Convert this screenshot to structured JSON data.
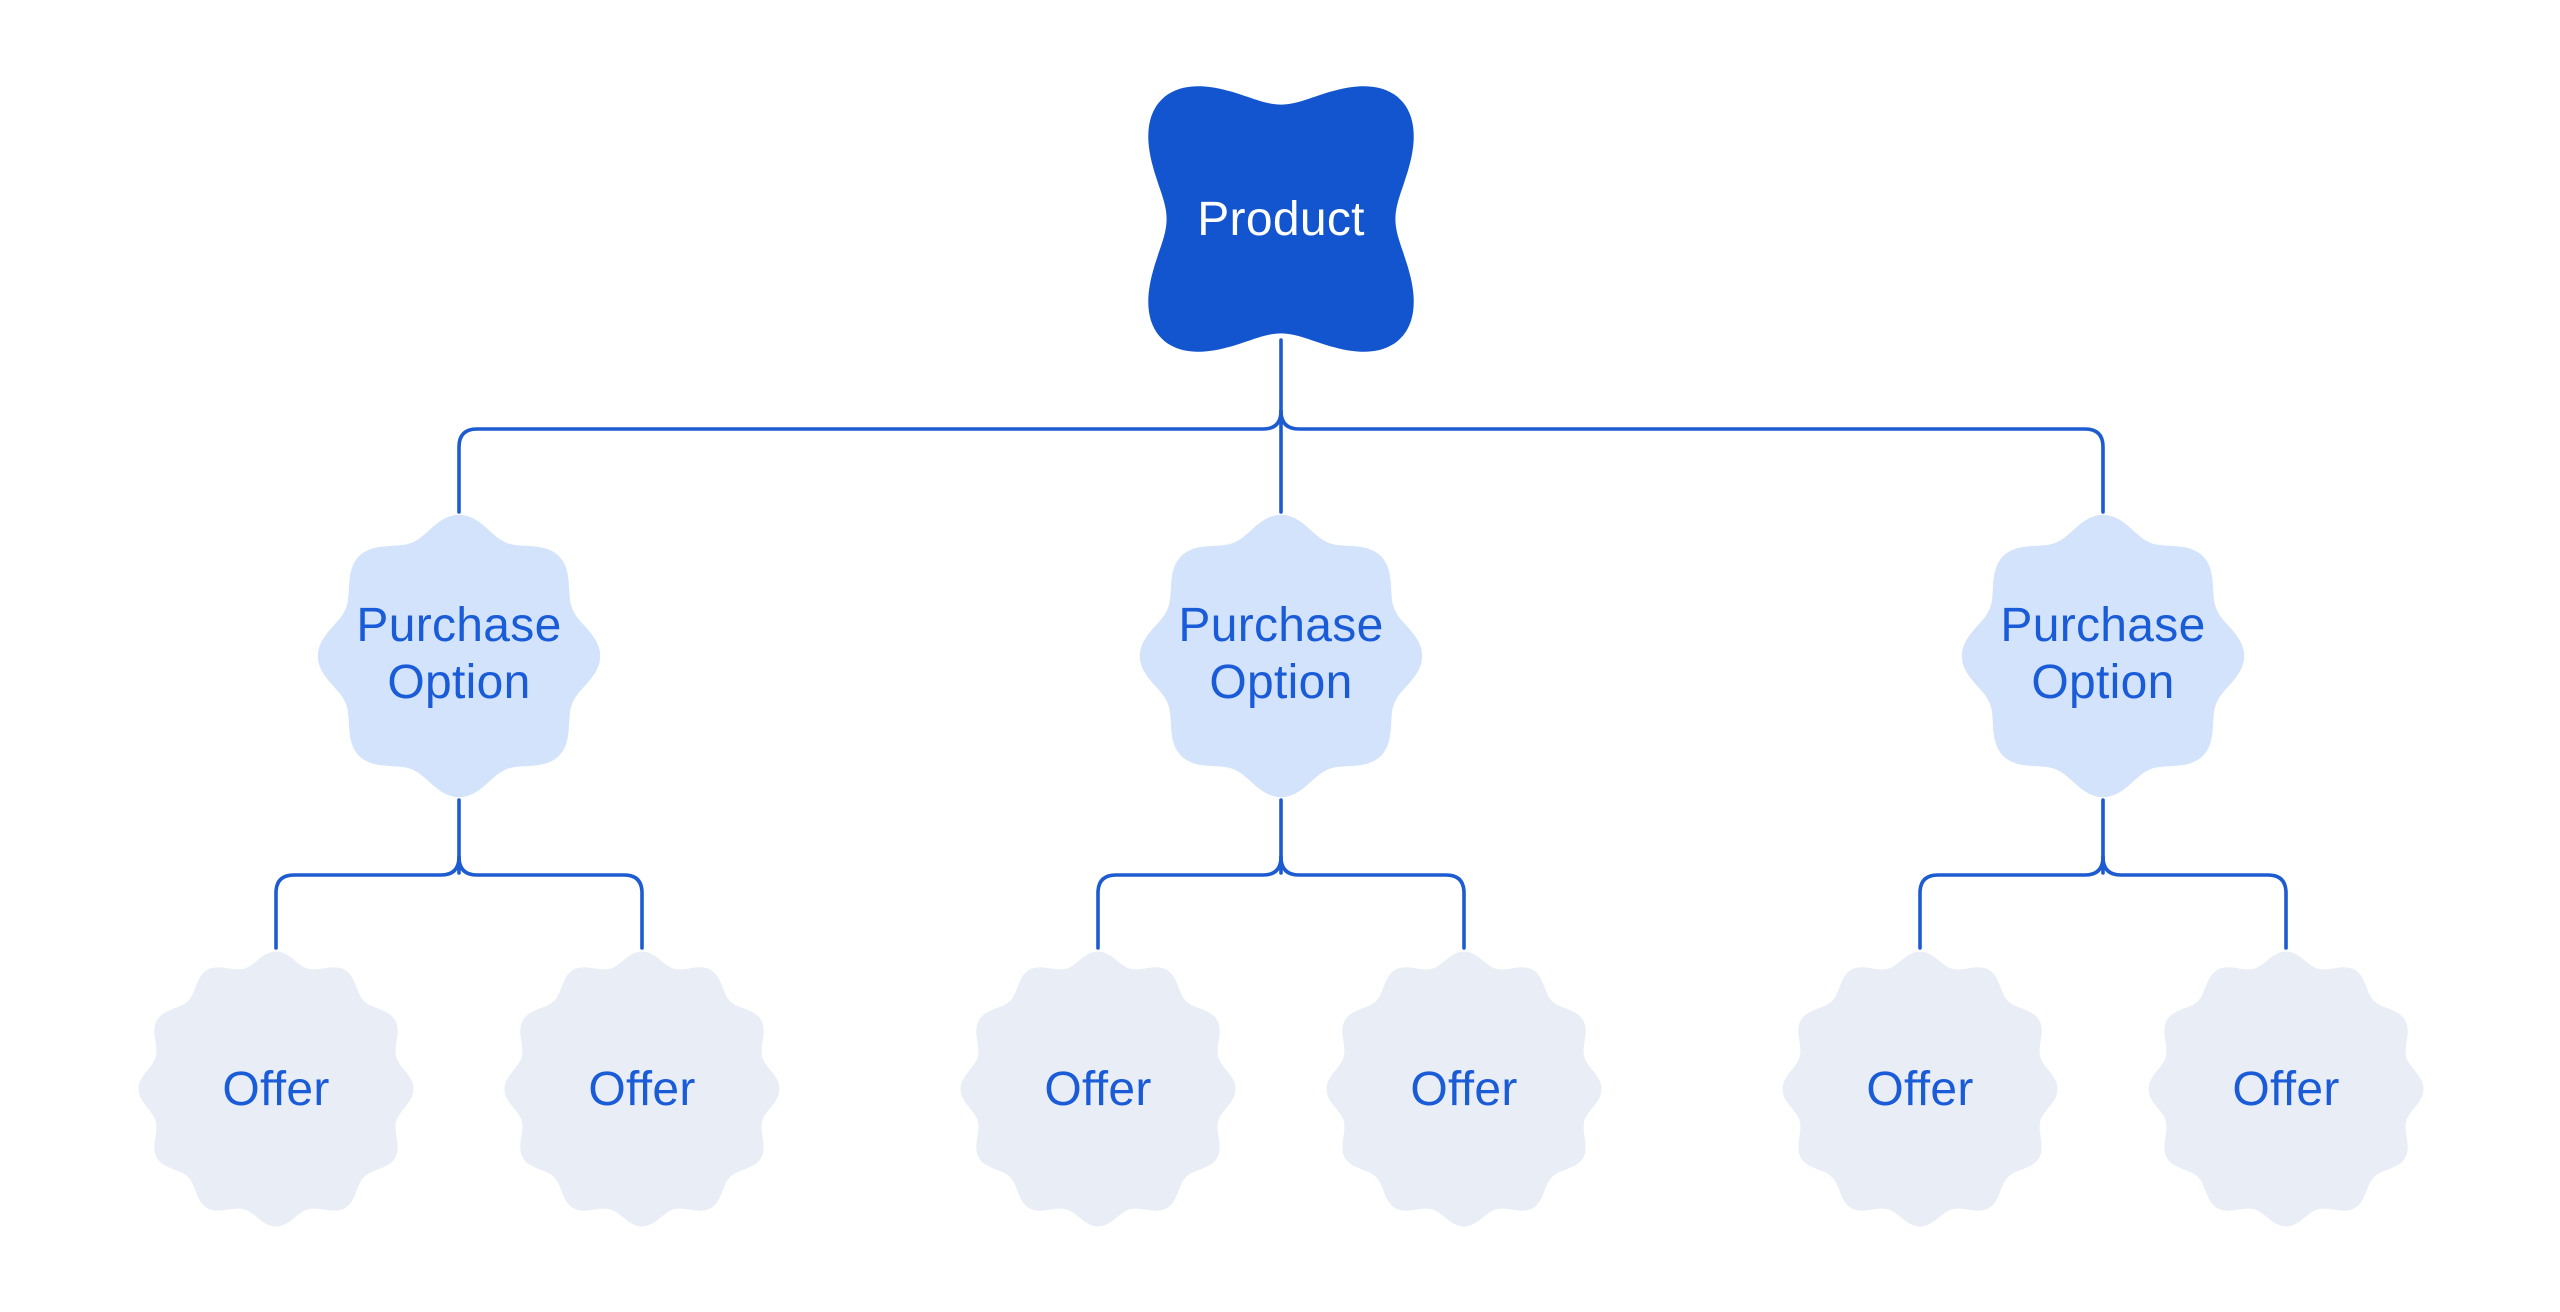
{
  "diagram": {
    "background": "#ffffff",
    "colors": {
      "product_fill": "#1355cf",
      "product_text": "#ffffff",
      "purchase_option_fill": "#d3e3fc",
      "offer_fill": "#e9edf5",
      "node_text": "#1a5cd8",
      "connector": "#1d5bd0"
    },
    "nodes": {
      "product": {
        "label": "Product"
      },
      "purchase_options": [
        {
          "label": "Purchase Option",
          "offers": [
            {
              "label": "Offer"
            },
            {
              "label": "Offer"
            }
          ]
        },
        {
          "label": "Purchase Option",
          "offers": [
            {
              "label": "Offer"
            },
            {
              "label": "Offer"
            }
          ]
        },
        {
          "label": "Purchase Option",
          "offers": [
            {
              "label": "Offer"
            },
            {
              "label": "Offer"
            }
          ]
        }
      ]
    }
  }
}
